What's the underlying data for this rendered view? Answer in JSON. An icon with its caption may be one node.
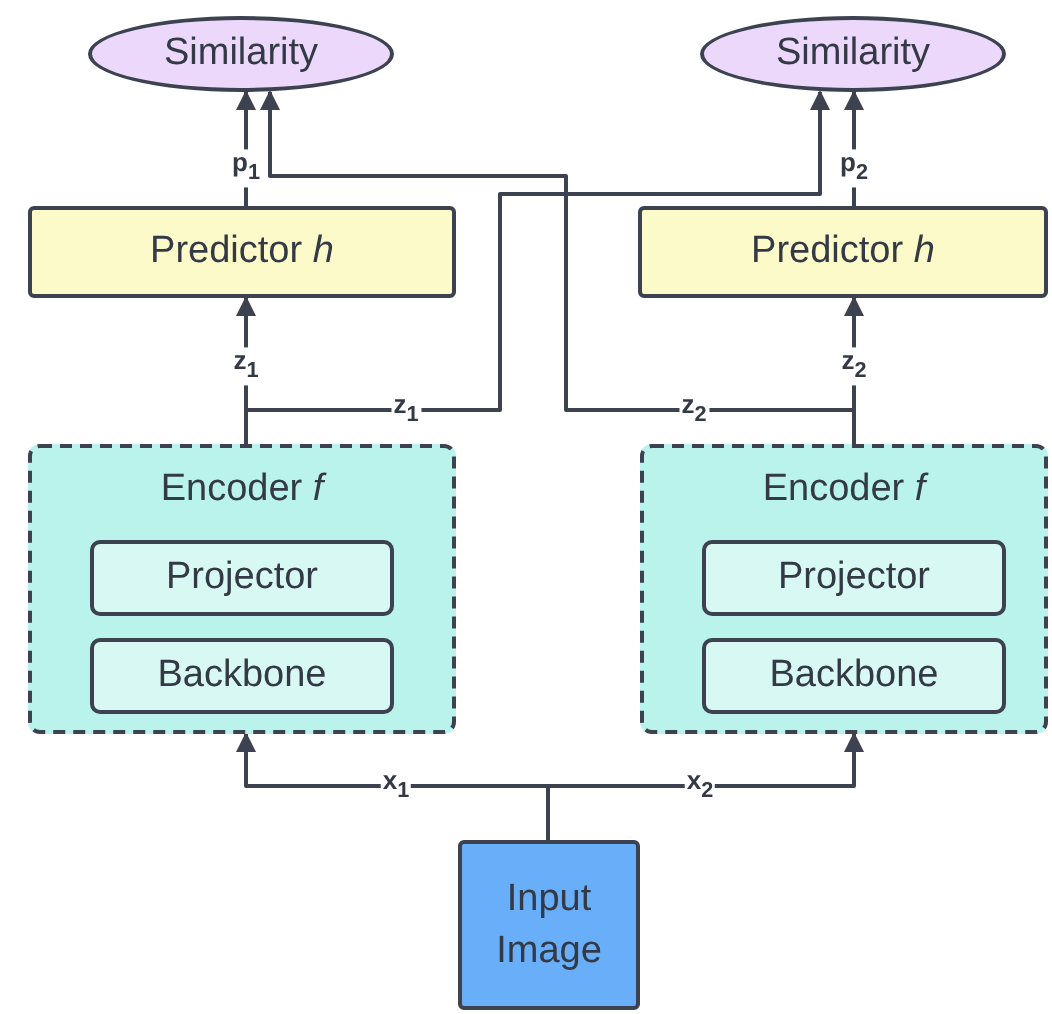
{
  "diagram": {
    "nodes": [
      {
        "text": [
          "Similarity"
        ]
      },
      {
        "text": [
          "Similarity"
        ]
      },
      {
        "text": [
          "Predictor *h*"
        ]
      },
      {
        "text": [
          "Predictor *h*"
        ]
      },
      {
        "text": [
          "Encoder *f*"
        ]
      },
      {
        "text": [
          "Projector"
        ],
        "in": 4
      },
      {
        "text": [
          "Backbone"
        ],
        "in": 4
      },
      {
        "text": [
          "Encoder *f*"
        ]
      },
      {
        "text": [
          "Projector"
        ],
        "in": 7
      },
      {
        "text": [
          "Backbone"
        ],
        "in": 7
      },
      {
        "text": [
          "Input Image"
        ]
      }
    ],
    "edges": [
      {
        "from": 10,
        "to": 4,
        "arrow": "to",
        "label": "x$_{1}$"
      },
      {
        "from": 10,
        "to": 7,
        "arrow": "to",
        "label": "x$_{2}$"
      },
      {
        "from": 4,
        "to": 2,
        "arrow": "to",
        "label": "z$_{1}$"
      },
      {
        "from": 7,
        "to": 3,
        "arrow": "to",
        "label": "z$_{2}$"
      },
      {
        "from": 2,
        "to": 0,
        "arrow": "to",
        "label": "p$_{1}$"
      },
      {
        "from": 3,
        "to": 1,
        "arrow": "to",
        "label": "p$_{2}$"
      },
      {
        "from": 4,
        "to": 1,
        "arrow": "to",
        "label": "z$_{1}$"
      },
      {
        "from": 7,
        "to": 0,
        "arrow": "to",
        "label": "z$_{2}$"
      }
    ]
  }
}
